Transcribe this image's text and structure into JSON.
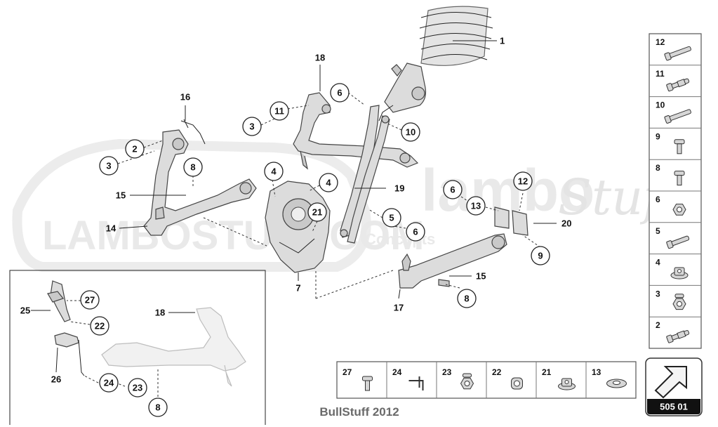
{
  "watermark": {
    "brand": "lambo",
    "script": "Stuff",
    "site": "LAMBOSTUFF.COM",
    "tagline": "Concepts"
  },
  "legend_right": [
    {
      "num": "12",
      "icon": "long-bolt-icon"
    },
    {
      "num": "11",
      "icon": "sleeve-bolt-icon"
    },
    {
      "num": "10",
      "icon": "long-bolt-icon"
    },
    {
      "num": "9",
      "icon": "short-bolt-icon"
    },
    {
      "num": "8",
      "icon": "short-bolt-icon"
    },
    {
      "num": "6",
      "icon": "hex-nut-icon"
    },
    {
      "num": "5",
      "icon": "hex-bolt-icon"
    },
    {
      "num": "4",
      "icon": "flange-nut-icon"
    },
    {
      "num": "3",
      "icon": "lock-nut-icon"
    },
    {
      "num": "2",
      "icon": "sleeve-bolt-icon"
    }
  ],
  "legend_bottom": [
    {
      "num": "27",
      "icon": "screw-icon"
    },
    {
      "num": "24",
      "icon": "clip-icon"
    },
    {
      "num": "23",
      "icon": "lock-nut-icon"
    },
    {
      "num": "22",
      "icon": "bushing-icon"
    },
    {
      "num": "21",
      "icon": "flange-nut-icon"
    },
    {
      "num": "13",
      "icon": "washer-icon"
    }
  ],
  "diagram_number": "505 01",
  "footer": "BullStuff 2012",
  "labels": {
    "l1": "1",
    "l18": "18",
    "l6a": "6",
    "l11": "11",
    "l3a": "3",
    "l10": "10",
    "l16": "16",
    "l2": "2",
    "l3b": "3",
    "l8a": "8",
    "l15a": "15",
    "l14": "14",
    "l4a": "4",
    "l4b": "4",
    "l21": "21",
    "l19": "19",
    "l5": "5",
    "l6b": "6",
    "l7": "7",
    "l6c": "6",
    "l12": "12",
    "l13": "13",
    "l20": "20",
    "l9": "9",
    "l15b": "15",
    "l8b": "8",
    "l17": "17",
    "i27": "27",
    "i25": "25",
    "i22": "22",
    "i18": "18",
    "i26": "26",
    "i24": "24",
    "i23": "23",
    "i8": "8"
  }
}
